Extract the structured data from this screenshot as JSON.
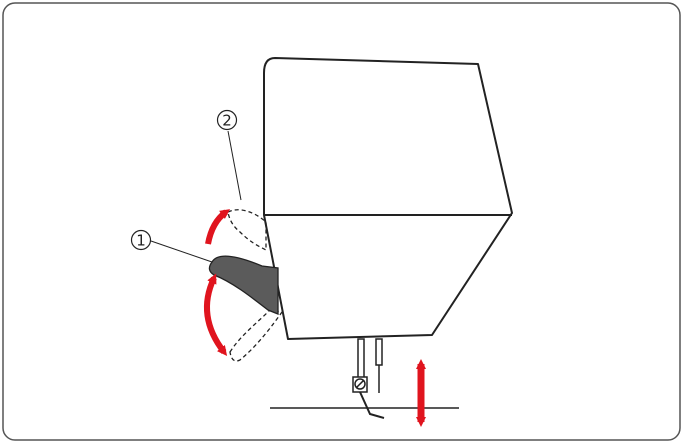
{
  "callouts": [
    {
      "number": "1",
      "glyph": "①"
    },
    {
      "number": "2",
      "glyph": "②"
    }
  ],
  "colors": {
    "frame": "#555555",
    "outline": "#222222",
    "arrow": "#e0141e",
    "lever": "#5b5b5b"
  },
  "icons": {
    "lever": "presser-foot-lever-icon",
    "lever_motion": "curved-double-arrow-icon",
    "needle_motion": "vertical-double-arrow-icon"
  }
}
